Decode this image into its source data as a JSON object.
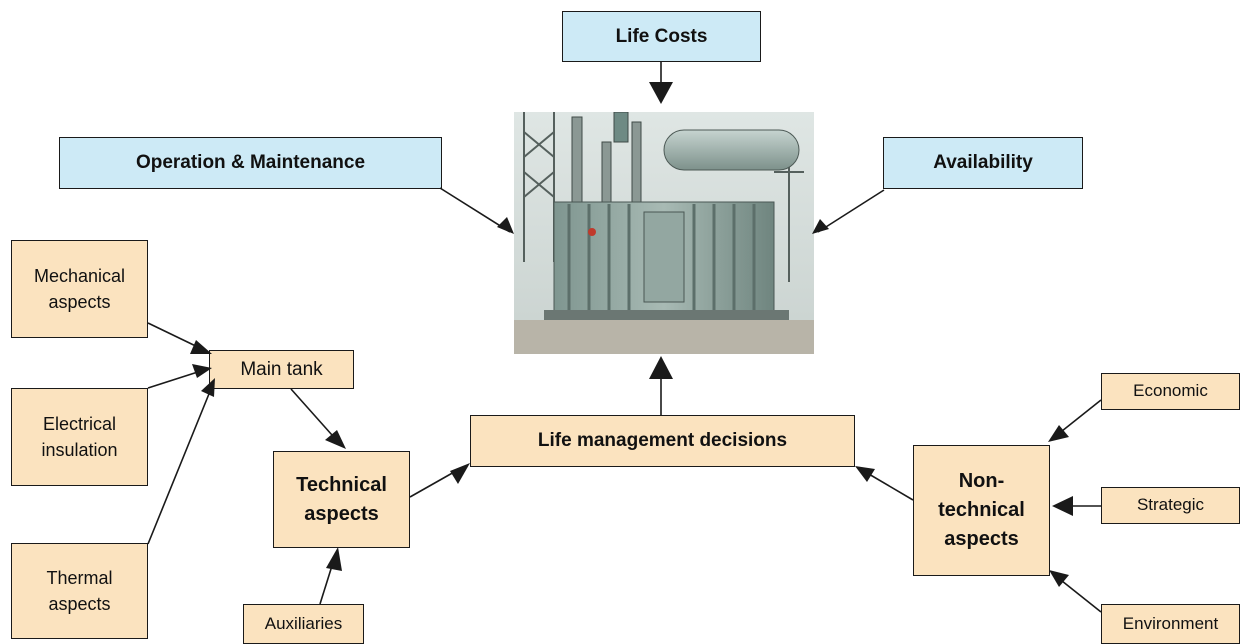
{
  "nodes": {
    "life_costs": "Life Costs",
    "operation_maintenance": "Operation & Maintenance",
    "availability": "Availability",
    "mechanical_aspects": "Mechanical\naspects",
    "electrical_insulation": "Electrical\ninsulation",
    "thermal_aspects": "Thermal\naspects",
    "main_tank": "Main tank",
    "technical_aspects": "Technical\naspects",
    "auxiliaries": "Auxiliaries",
    "life_management_decisions": "Life management decisions",
    "non_technical_aspects": "Non-\ntechnical\naspects",
    "economic": "Economic",
    "strategic": "Strategic",
    "environment": "Environment"
  },
  "colors": {
    "top_box_fill": "#cdeaf6",
    "lower_box_fill": "#fbe3bf",
    "border": "#1a1a1a",
    "arrow": "#1a1a1a"
  },
  "image": "power-transformer-photo"
}
